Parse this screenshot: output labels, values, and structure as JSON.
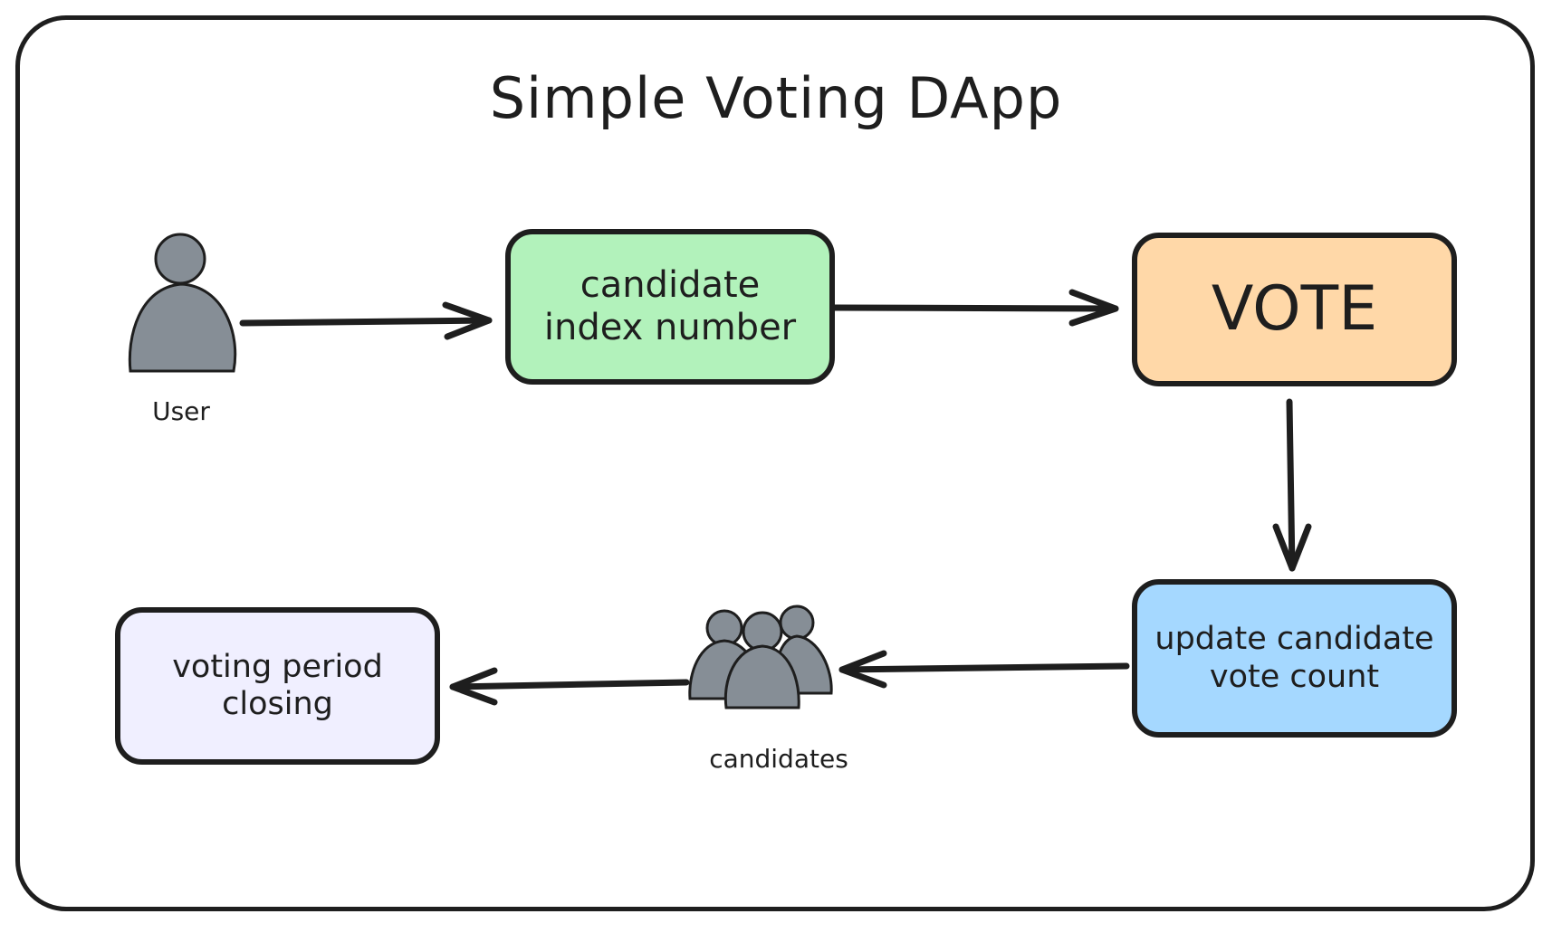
{
  "title": "Simple Voting DApp",
  "nodes": {
    "candidate_index": "candidate\nindex number",
    "vote": "VOTE",
    "update_count": "update candidate\nvote count",
    "voting_closing": "voting period\nclosing"
  },
  "actors": {
    "user": "User",
    "candidates": "candidates"
  },
  "colors": {
    "stroke": "#1e1e1e",
    "person_fill": "#868e96",
    "green": "#b2f2bb",
    "orange": "#ffd8a8",
    "blue": "#a5d8ff",
    "lavender": "#f0efff"
  },
  "edges": [
    {
      "from": "User",
      "to": "candidate index number"
    },
    {
      "from": "candidate index number",
      "to": "VOTE"
    },
    {
      "from": "VOTE",
      "to": "update candidate vote count"
    },
    {
      "from": "update candidate vote count",
      "to": "candidates"
    },
    {
      "from": "candidates",
      "to": "voting period closing"
    }
  ]
}
